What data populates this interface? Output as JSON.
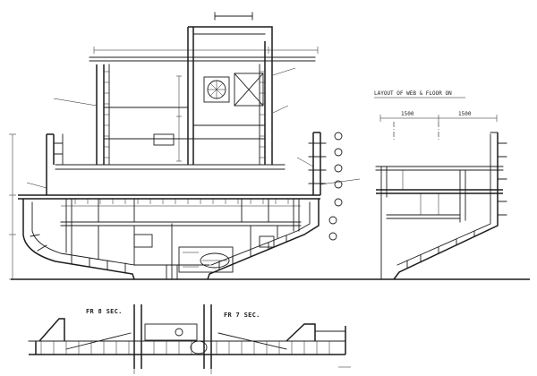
{
  "drawing": {
    "layout_title": "LAYOUT OF WEB & FLOOR ON",
    "layout_dim_left": "1500",
    "layout_dim_right": "1500",
    "fr8_label": "FR 8 SEC.",
    "fr7_label": "FR 7 SEC."
  },
  "colors": {
    "ink": "#1c1c1c",
    "paper": "#ffffff"
  }
}
